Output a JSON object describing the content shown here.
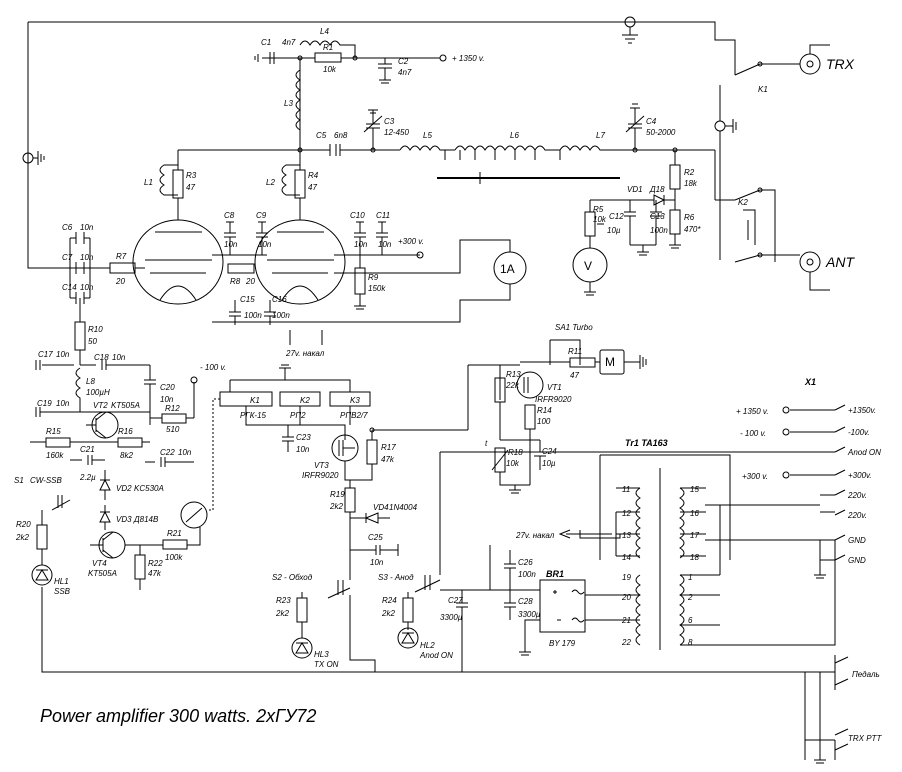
{
  "title": "Power amplifier 300 watts. 2xГУ72",
  "supply_labels": {
    "v1350": "+ 1350 v.",
    "v300": "+300 v.",
    "vm100": "- 100 v.",
    "r1350": "+ 1350 v.",
    "r100": "- 100 v.",
    "r300": "+300 v."
  },
  "connectors": {
    "trx": "TRX",
    "ant": "ANT",
    "x1": "X1",
    "pedal": "Педаль",
    "trx_ptt": "TRX PTT"
  },
  "x1_pins": [
    "+1350v.",
    "-100v.",
    "Anod ON",
    "+300v.",
    "220v.",
    "220v.",
    "GND",
    "GND"
  ],
  "meters": {
    "ammeter": "1A",
    "voltmeter": "V",
    "motor": "M"
  },
  "parts": {
    "C1": "C1",
    "C1v": "4n7",
    "L4": "L4",
    "R1": "R1",
    "R1v": "10k",
    "C2": "C2",
    "C2v": "4n7",
    "L3": "L3",
    "C3": "C3",
    "C3v": "12-450",
    "C5": "C5",
    "C5v": "6n8",
    "C4": "C4",
    "C4v": "50-2000",
    "L5": "L5",
    "L6": "L6",
    "L7": "L7",
    "R2": "R2",
    "R2v": "18k",
    "VD1": "VD1",
    "VD1v": "Д18",
    "R6": "R6",
    "R6v": "470*",
    "R5": "R5",
    "R5v": "10k",
    "C12": "C12",
    "C12v": "10µ",
    "C13": "C13",
    "C13v": "100n",
    "L1": "L1",
    "R3": "R3",
    "R3v": "47",
    "L2": "L2",
    "R4": "R4",
    "R4v": "47",
    "C6": "C6",
    "C6v": "10n",
    "C7": "C7",
    "C7v": "10n",
    "C14": "C14",
    "C14v": "10n",
    "R7": "R7",
    "R7v": "20",
    "C8": "C8",
    "C8v": "10n",
    "C9": "C9",
    "C9v": "10n",
    "C10": "C10",
    "C10v": "10n",
    "C11": "C11",
    "C11v": "10n",
    "R8": "R8",
    "R8v": "20",
    "R9": "R9",
    "R9v": "150k",
    "C15": "C15",
    "C15v": "100n",
    "C16": "C16",
    "C16v": "100n",
    "filament": "27v. накал",
    "R10": "R10",
    "R10v": "50",
    "C17": "C17",
    "C17v": "10n",
    "C18": "C18",
    "C18v": "10n",
    "L8": "L8",
    "L8v": "100µH",
    "C19": "C19",
    "C19v": "10n",
    "VT2": "VT2",
    "VT2v": "KT505A",
    "C20": "C20",
    "C20v": "10n",
    "R12": "R12",
    "R12v": "510",
    "R15": "R15",
    "R15v": "160k",
    "R16": "R16",
    "R16v": "8k2",
    "C21": "C21",
    "C21v": "2.2µ",
    "C22": "C22",
    "C22v": "10n",
    "VD2": "VD2",
    "VD2v": "KC530A",
    "VD3": "VD3",
    "VD3v": "Д814B",
    "S1": "S1",
    "S1v": "CW-SSB",
    "R20": "R20",
    "R20v": "2k2",
    "VT4": "VT4",
    "VT4v": "KT505A",
    "R21": "R21",
    "R21v": "100k",
    "R22": "R22",
    "R22v": "47k",
    "HL1": "HL1",
    "HL1v": "SSB",
    "K1": "K1",
    "K1v": "РГК-15",
    "K2": "K2",
    "K2v": "РП2",
    "K3": "K3",
    "K3v": "РПВ2/7",
    "C23": "C23",
    "C23v": "10n",
    "VT3": "VT3",
    "VT3v": "IRFR9020",
    "R17": "R17",
    "R17v": "47k",
    "R19": "R19",
    "R19v": "2k2",
    "VD4": "VD4",
    "VD4v": "1N4004",
    "C25": "C25",
    "C25v": "10n",
    "S2": "S2 - Обход",
    "R23": "R23",
    "R23v": "2k2",
    "HL3": "HL3",
    "HL3v": "TX ON",
    "S3": "S3 - Анод",
    "R24": "R24",
    "R24v": "2k2",
    "HL2": "HL2",
    "HL2v": "Anod ON",
    "C27": "C27",
    "C27v": "3300µ",
    "C26": "C26",
    "C26v": "100n",
    "C28": "C28",
    "C28v": "3300µ",
    "BR1": "BR1",
    "BR1v": "BY 179",
    "SA1": "SA1  Turbo",
    "R11": "R11",
    "R11v": "47",
    "R13": "R13",
    "R13v": "22k",
    "VT1": "VT1",
    "VT1v": "IRFR9020",
    "R14": "R14",
    "R14v": "100",
    "R18": "R18",
    "R18v": "10k",
    "C24": "C24",
    "C24v": "10µ",
    "Tr1": "Tr1 TA163",
    "K1r": "K1",
    "K2r": "K2",
    "t": "t"
  },
  "transformer_pins": {
    "left": [
      "11",
      "12",
      "13",
      "14"
    ],
    "right": [
      "15",
      "16",
      "17",
      "18"
    ],
    "sec_left": [
      "19",
      "20",
      "21",
      "22"
    ],
    "sec_right": [
      "1",
      "2",
      "6",
      "8"
    ]
  }
}
